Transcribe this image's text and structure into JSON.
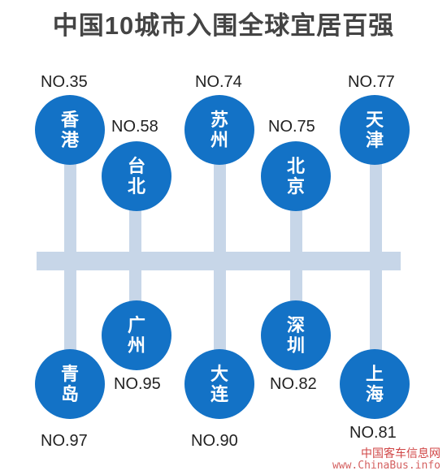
{
  "title": "中国10城市入围全球宜居百强",
  "cities": [
    {
      "name": "香港",
      "rank": "NO.35"
    },
    {
      "name": "台北",
      "rank": "NO.58"
    },
    {
      "name": "苏州",
      "rank": "NO.74"
    },
    {
      "name": "北京",
      "rank": "NO.75"
    },
    {
      "name": "天津",
      "rank": "NO.77"
    },
    {
      "name": "青岛",
      "rank": "NO.97"
    },
    {
      "name": "广州",
      "rank": "NO.95"
    },
    {
      "name": "大连",
      "rank": "NO.90"
    },
    {
      "name": "深圳",
      "rank": "NO.82"
    },
    {
      "name": "上海",
      "rank": "NO.81"
    }
  ],
  "watermark": {
    "line1": "中国客车信息网",
    "line2": "www.ChinaBus.info"
  },
  "colors": {
    "circle": "#1372c6",
    "bar": "#c7d6e8"
  }
}
